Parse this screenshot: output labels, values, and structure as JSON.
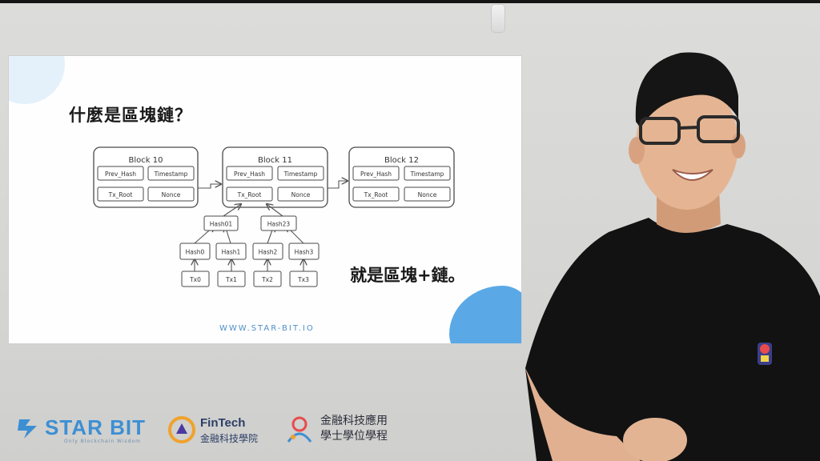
{
  "slide": {
    "title": "什麼是區塊鏈？",
    "subtitle": "就是區塊+鏈。",
    "url": "WWW.STAR-BIT.IO",
    "accent_color": "#5aa9e6",
    "blocks": [
      {
        "name": "Block 10",
        "fields": [
          "Prev_Hash",
          "Timestamp",
          "Tx_Root",
          "Nonce"
        ]
      },
      {
        "name": "Block 11",
        "fields": [
          "Prev_Hash",
          "Timestamp",
          "Tx_Root",
          "Nonce"
        ]
      },
      {
        "name": "Block 12",
        "fields": [
          "Prev_Hash",
          "Timestamp",
          "Tx_Root",
          "Nonce"
        ]
      }
    ],
    "merkle": {
      "level1": [
        "Hash01",
        "Hash23"
      ],
      "level2": [
        "Hash0",
        "Hash1",
        "Hash2",
        "Hash3"
      ],
      "transactions": [
        "Tx0",
        "Tx1",
        "Tx2",
        "Tx3"
      ]
    }
  },
  "logos": {
    "starbit": {
      "name": "STAR BIT",
      "tagline": "Only Blockchain Wisdom",
      "color": "#3d8fd4"
    },
    "fintech": {
      "name": "FinTech",
      "subtitle": "金融科技學院"
    },
    "program": {
      "line1": "金融科技應用",
      "line2": "學士學位學程"
    }
  }
}
